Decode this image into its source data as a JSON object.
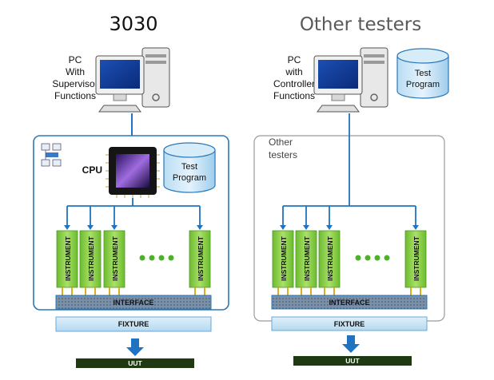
{
  "left": {
    "title": "3030",
    "pc_label": [
      "PC",
      "With",
      "Supervisor",
      "Functions"
    ],
    "cpu_label": "CPU",
    "test_program": [
      "Test",
      "Program"
    ],
    "instrument_label": "INSTRUMENT",
    "interface_label": "INTERFACE",
    "fixture_label": "FIXTURE",
    "uut_label": "UUT"
  },
  "right": {
    "title": "Other testers",
    "pc_label": [
      "PC",
      "with",
      "Controller",
      "Functions"
    ],
    "test_program": [
      "Test",
      "Program"
    ],
    "group_label": [
      "Other",
      "testers"
    ],
    "instrument_label": "INSTRUMENT",
    "interface_label": "INTERFACE",
    "fixture_label": "FIXTURE",
    "uut_label": "UUT"
  },
  "colors": {
    "frame_blue": "#2a78b8",
    "frame_gray": "#9a9a9a",
    "instrument_green": "#8fd14f",
    "link_blue": "#1f73c0",
    "fixture_fill": "#cde6f5",
    "uut_fill": "#1f3a12"
  },
  "icons": [
    "computer-icon",
    "cpu-chip-icon",
    "database-icon",
    "network-icon",
    "down-arrow-icon"
  ]
}
